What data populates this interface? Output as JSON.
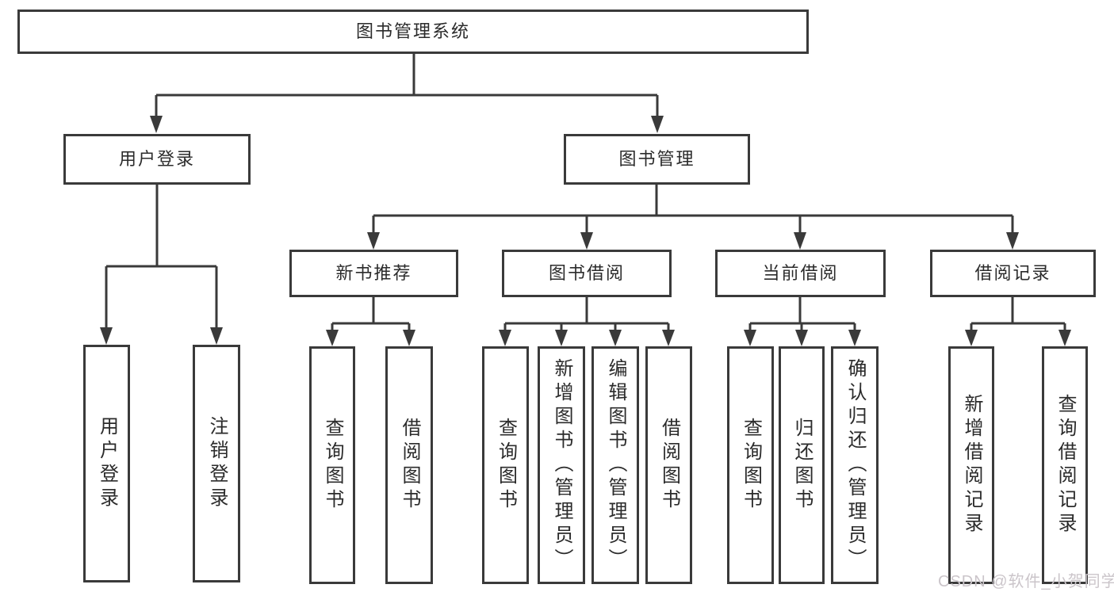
{
  "diagram": {
    "root": {
      "label": "图书管理系统"
    },
    "level2": [
      {
        "label": "用户登录"
      },
      {
        "label": "图书管理"
      }
    ],
    "level3": [
      {
        "label": "新书推荐"
      },
      {
        "label": "图书借阅"
      },
      {
        "label": "当前借阅"
      },
      {
        "label": "借阅记录"
      }
    ],
    "level4_groups": [
      {
        "parent": "用户登录",
        "children": [
          "用户登录",
          "注销登录"
        ]
      },
      {
        "parent": "新书推荐",
        "children": [
          "查询图书",
          "借阅图书"
        ]
      },
      {
        "parent": "图书借阅",
        "children": [
          "查询图书",
          "新增图书（管理员）",
          "编辑图书（管理员）",
          "借阅图书"
        ]
      },
      {
        "parent": "当前借阅",
        "children": [
          "查询图书",
          "归还图书",
          "确认归还（管理员）"
        ]
      },
      {
        "parent": "借阅记录",
        "children": [
          "新增借阅记录",
          "查询借阅记录"
        ]
      }
    ],
    "watermark": "CSDN @软件_小贺同学",
    "colors": {
      "line": "#3a3a3a",
      "text": "#2b2b2b",
      "background": "#ffffff",
      "watermark": "#cbc5ca"
    }
  }
}
